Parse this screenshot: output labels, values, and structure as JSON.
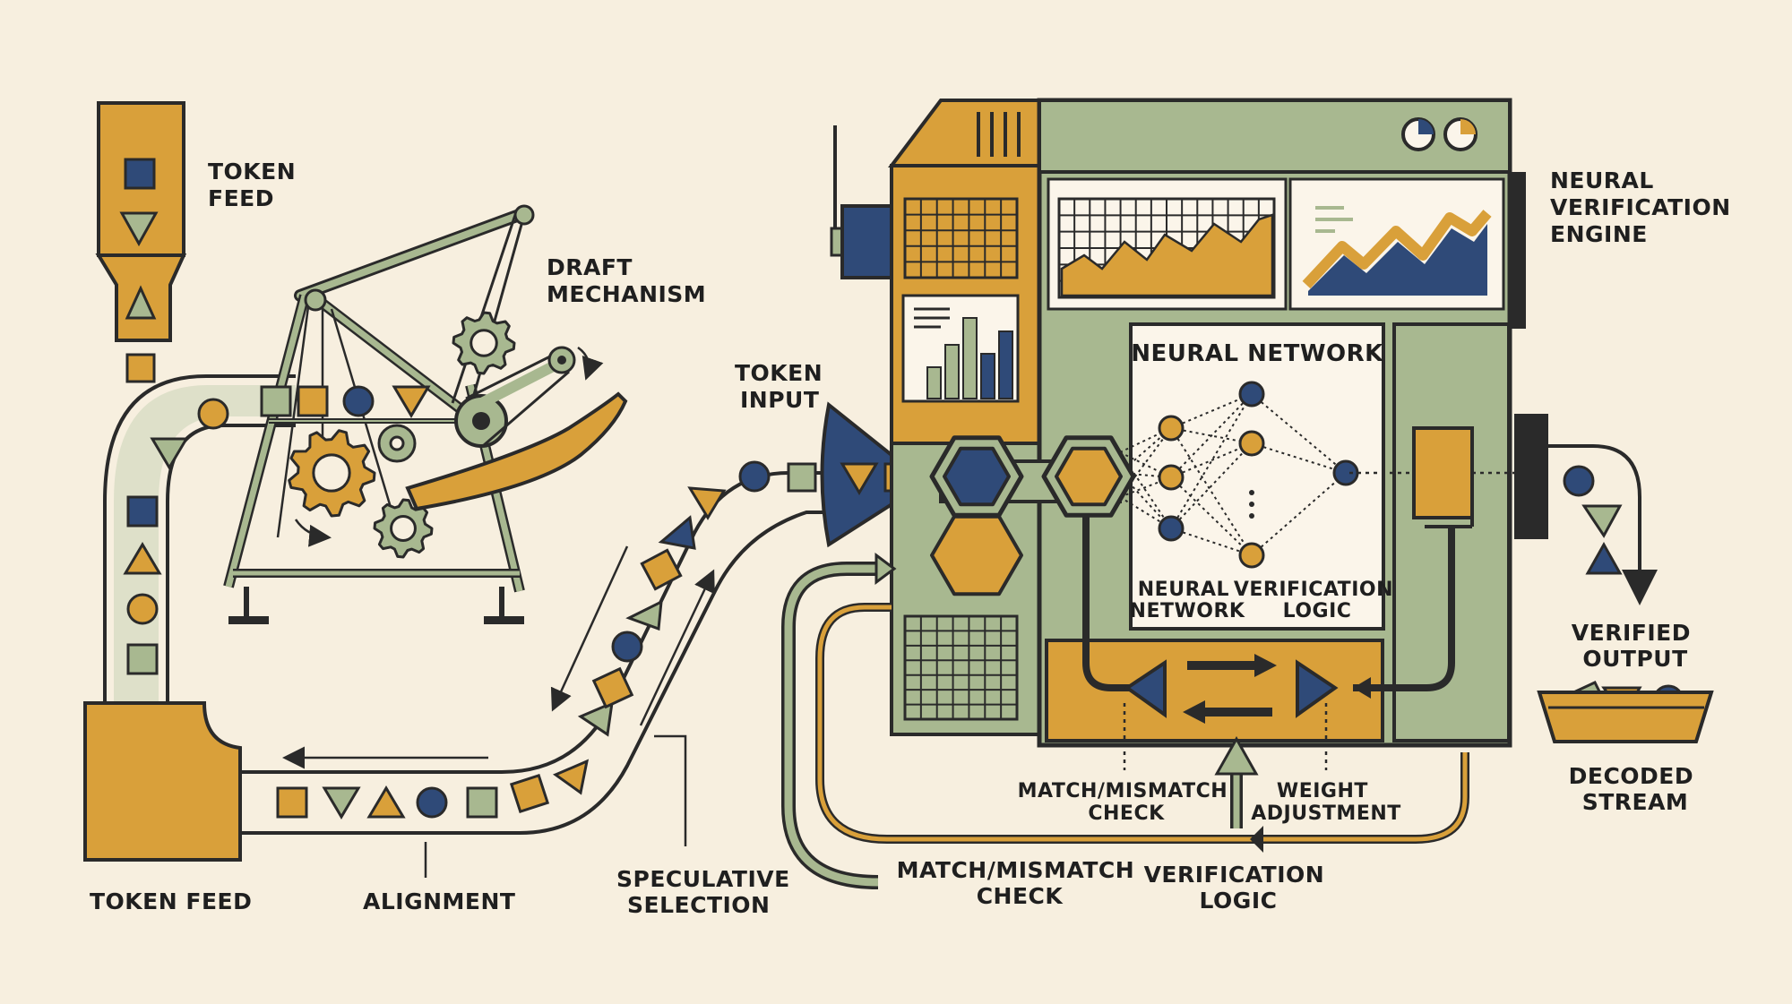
{
  "labels": {
    "token_feed_top": [
      "TOKEN",
      "FEED"
    ],
    "draft_mechanism": [
      "DRAFT",
      "MECHANISM"
    ],
    "token_input": [
      "TOKEN",
      "INPUT"
    ],
    "neural_verification_engine": [
      "NEURAL",
      "VERIFICATION",
      "ENGINE"
    ],
    "neural_network_title": "NEURAL NETWORK",
    "neural_network_inner": [
      "NEURAL",
      "NETWORK"
    ],
    "verification_logic_inner": [
      "VERIFICATION",
      "LOGIC"
    ],
    "verified_output": [
      "VERIFIED",
      "OUTPUT"
    ],
    "decoded_stream": [
      "DECODED",
      "STREAM"
    ],
    "match_mismatch_inner": [
      "MATCH/MISMATCH",
      "CHECK"
    ],
    "weight_adjustment": [
      "WEIGHT",
      "ADJUSTMENT"
    ],
    "token_feed_bottom": "TOKEN FEED",
    "alignment": "ALIGNMENT",
    "speculative_selection": [
      "SPECULATIVE",
      "SELECTION"
    ],
    "match_mismatch_bottom": [
      "MATCH/MISMATCH",
      "CHECK"
    ],
    "verification_logic_bottom": [
      "VERIFICATION",
      "LOGIC"
    ]
  },
  "colors": {
    "background": "#f7efdf",
    "ochre": "#d9a03a",
    "sage": "#a8b890",
    "navy": "#2f4a78",
    "ink": "#2a2a2a",
    "panel": "#fbf5ea"
  },
  "icons": [
    "square-token-icon",
    "triangle-token-icon",
    "circle-token-icon",
    "gear-icon",
    "hexagon-icon",
    "funnel-icon",
    "arrow-icon",
    "gauge-icon"
  ]
}
